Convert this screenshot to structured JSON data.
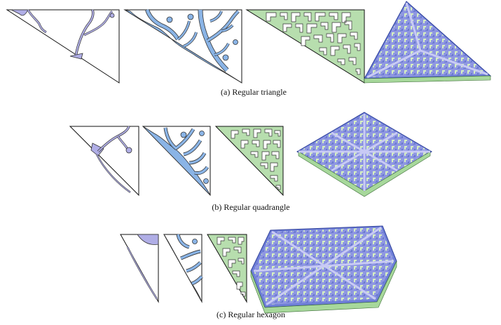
{
  "figure": {
    "colors": {
      "stage1": "#b0aee6",
      "stage2": "#8ab4e6",
      "stage3": "#b7deae",
      "outline": "#111111",
      "render_base": "#9aa0e8",
      "render_highlight": "#d6f0c0",
      "render_edge": "#5a6cc8"
    },
    "panels": [
      {
        "id": "a",
        "caption": "(a)  Regular triangle"
      },
      {
        "id": "b",
        "caption": "(b)  Regular quadrangle"
      },
      {
        "id": "c",
        "caption": "(c)  Regular hexagon"
      }
    ]
  }
}
